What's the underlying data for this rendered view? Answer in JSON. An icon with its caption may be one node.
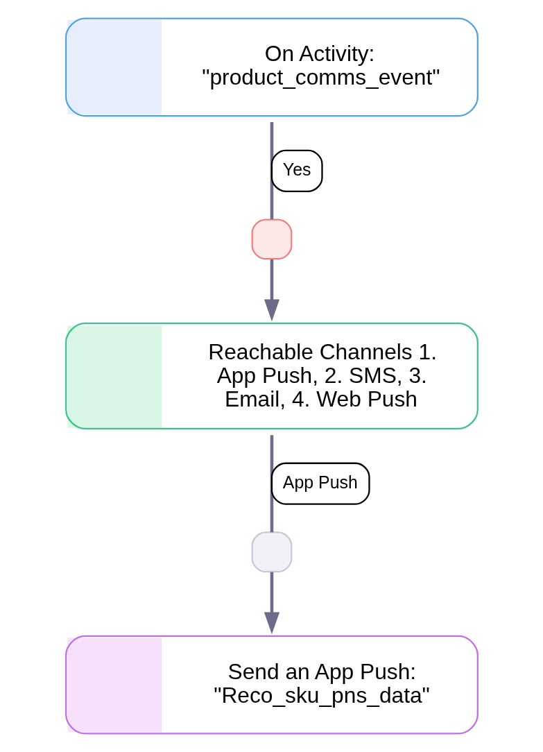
{
  "diagram": {
    "nodes": [
      {
        "text": [
          "On Activity: \"product_comms_event\""
        ]
      },
      {
        "text": [],
        "shape": "box"
      },
      {
        "text": [
          "Reachable Channels 1. App Push, 2. SMS, 3. Email, 4. Web Push"
        ]
      },
      {
        "text": [],
        "shape": "box"
      },
      {
        "text": [
          "Send an App Push: \"Reco_sku_pns_data\""
        ]
      }
    ],
    "edges": [
      {
        "from": 0,
        "to": 1,
        "arrow": "none",
        "label": "Yes"
      },
      {
        "from": 1,
        "to": 2,
        "arrow": "to"
      },
      {
        "from": 2,
        "to": 3,
        "arrow": "none",
        "label": "App Push"
      },
      {
        "from": 3,
        "to": 4,
        "arrow": "to"
      }
    ]
  }
}
